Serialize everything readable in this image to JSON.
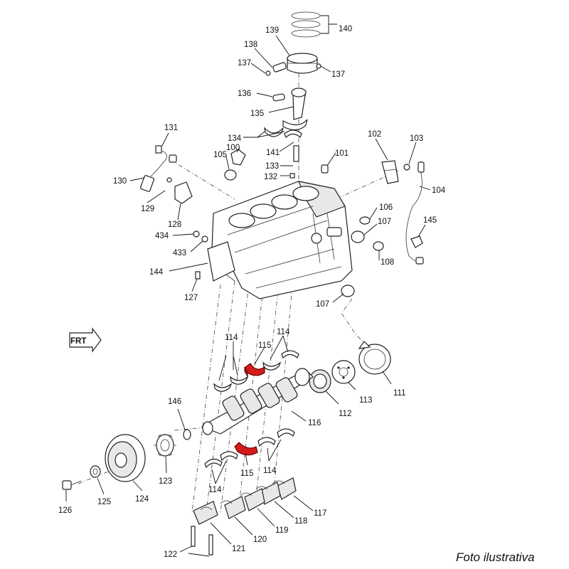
{
  "caption": "Foto ilustrativa",
  "front_marker": "FRT",
  "colors": {
    "highlight": "#d41b1b",
    "line": "#222222",
    "background": "#ffffff"
  },
  "labels": {
    "l140": "140",
    "l139": "139",
    "l138": "138",
    "l137a": "137",
    "l137b": "137",
    "l136": "136",
    "l135": "135",
    "l134": "134",
    "l141": "141",
    "l131": "131",
    "l100": "100",
    "l105": "105",
    "l133": "133",
    "l132": "132",
    "l101": "101",
    "l102": "102",
    "l103": "103",
    "l104": "104",
    "l130": "130",
    "l129": "129",
    "l128": "128",
    "l106": "106",
    "l107a": "107",
    "l145": "145",
    "l108": "108",
    "l434": "434",
    "l433": "433",
    "l144": "144",
    "l127": "127",
    "l107b": "107",
    "l114a": "114",
    "l114b": "114",
    "l115a": "115",
    "l111": "111",
    "l113": "113",
    "l112": "112",
    "l146": "146",
    "l116": "116",
    "l115b": "115",
    "l114c": "114",
    "l114d": "114",
    "l123": "123",
    "l124": "124",
    "l125": "125",
    "l126": "126",
    "l117": "117",
    "l118": "118",
    "l119": "119",
    "l120": "120",
    "l121": "121",
    "l122": "122"
  }
}
